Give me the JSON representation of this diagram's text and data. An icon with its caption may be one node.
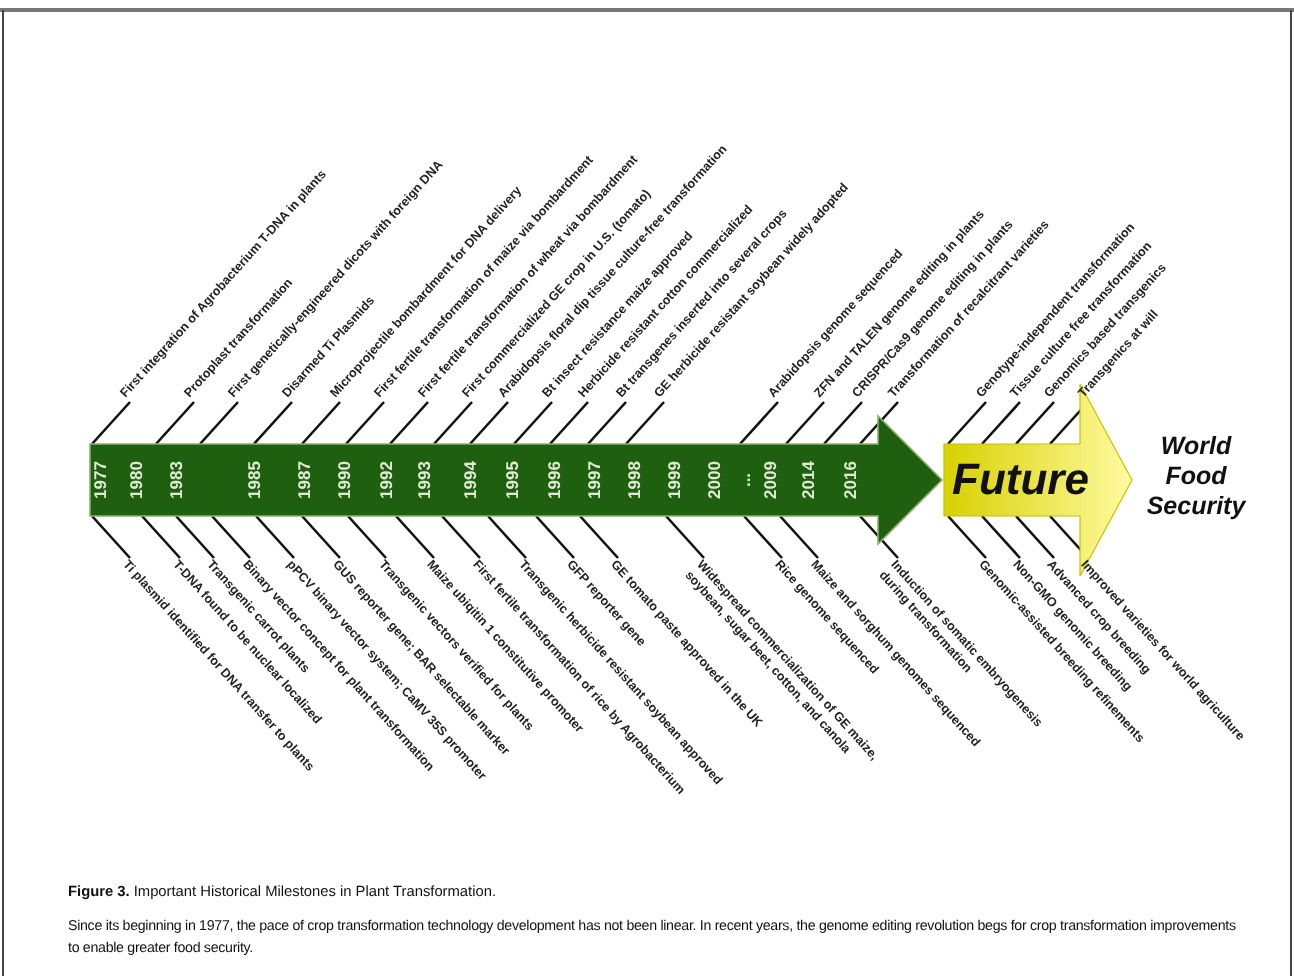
{
  "diagram": {
    "title": "**Figure 3.** Important Historical Milestones in Plant Transformation.",
    "caption": "Since its beginning in 1977, the pace of crop transformation technology development has not been linear. In recent years, the genome editing revolution begs for crop transformation improvements to enable greater food security.",
    "nodes": [
      {
        "text": [
          "1977",
          "1980",
          "1983",
          "1985",
          "1987",
          "1990",
          "1992",
          "1993",
          "1994",
          "1995",
          "1996",
          "1997",
          "1998",
          "1999",
          "2000",
          "...",
          "2009",
          "2014",
          "2016"
        ]
      },
      {
        "text": [
          "Future"
        ]
      },
      {
        "text": [
          "First integration of Agrobacterium T-DNA in plants"
        ]
      },
      {
        "text": [
          "Protoplast transformation"
        ]
      },
      {
        "text": [
          "First genetically-engineered dicots with foreign DNA"
        ]
      },
      {
        "text": [
          "Disarmed Ti Plasmids"
        ]
      },
      {
        "text": [
          "Microprojectile bombardment for DNA delivery"
        ]
      },
      {
        "text": [
          "First fertile transformation of maize via bombardment"
        ]
      },
      {
        "text": [
          "First fertile transformation of wheat via bombardment"
        ]
      },
      {
        "text": [
          "First commercialized GE crop in U.S. (tomato)"
        ]
      },
      {
        "text": [
          "Arabidopsis floral dip tissue culture-free transformation"
        ]
      },
      {
        "text": [
          "Bt insect resistance maize approved"
        ]
      },
      {
        "text": [
          "Herbicide resistant cotton commercialized"
        ]
      },
      {
        "text": [
          "Bt transgenes inserted into several crops"
        ]
      },
      {
        "text": [
          "GE herbicide resistant soybean widely adopted"
        ]
      },
      {
        "text": [
          "Arabidopsis genome sequenced"
        ]
      },
      {
        "text": [
          "ZFN and TALEN genome editing in plants"
        ]
      },
      {
        "text": [
          "CRISPR/Cas9 genome editing in plants"
        ]
      },
      {
        "text": [
          "Transformation of recalcitrant varieties"
        ]
      },
      {
        "text": [
          "Genotype-independent transformation"
        ]
      },
      {
        "text": [
          "Tissue culture free transformation"
        ]
      },
      {
        "text": [
          "Genomics based transgenics"
        ]
      },
      {
        "text": [
          "Transgenics at will"
        ]
      },
      {
        "text": [
          "Ti plasmid identified for DNA transfer to plants"
        ]
      },
      {
        "text": [
          "T-DNA found to be nuclear localized"
        ]
      },
      {
        "text": [
          "Transgenic carrot plants"
        ]
      },
      {
        "text": [
          "Binary vector concept for plant transformation"
        ]
      },
      {
        "text": [
          "pPCV binary vector system; CaMV 35S promoter"
        ]
      },
      {
        "text": [
          "GUS reporter gene; BAR selectable marker"
        ]
      },
      {
        "text": [
          "Transgenic vectors verified for plants"
        ]
      },
      {
        "text": [
          "Maize ubiqitin 1 constitutive promoter"
        ]
      },
      {
        "text": [
          "First fertile transformation of rice by Agrobacterium"
        ]
      },
      {
        "text": [
          "Transgenic herbicide resistant soybean approved"
        ]
      },
      {
        "text": [
          "GFP reporter gene"
        ]
      },
      {
        "text": [
          "GE tomato paste approved in the UK"
        ]
      },
      {
        "text": [
          "Widespread commercialization of GE maize, soybean, sugar beet, cotton, and canola"
        ]
      },
      {
        "text": [
          "Rice genome sequenced"
        ]
      },
      {
        "text": [
          "Maize and sorghum genomes sequenced"
        ]
      },
      {
        "text": [
          "Induction of somatic embryogenesis during transformation"
        ]
      },
      {
        "text": [
          "Genomic-assisted breeding refinements"
        ]
      },
      {
        "text": [
          "Non-GMO genomic breeding"
        ]
      },
      {
        "text": [
          "Advanced crop breeding"
        ]
      },
      {
        "text": [
          "Improved varieties for world agriculture"
        ]
      }
    ],
    "edges": [
      {
        "from": 2,
        "to": 0,
        "arrow": "none"
      },
      {
        "from": 3,
        "to": 0,
        "arrow": "none"
      },
      {
        "from": 4,
        "to": 0,
        "arrow": "none"
      },
      {
        "from": 5,
        "to": 0,
        "arrow": "none"
      },
      {
        "from": 6,
        "to": 0,
        "arrow": "none"
      },
      {
        "from": 7,
        "to": 0,
        "arrow": "none"
      },
      {
        "from": 8,
        "to": 0,
        "arrow": "none"
      },
      {
        "from": 9,
        "to": 0,
        "arrow": "none"
      },
      {
        "from": 10,
        "to": 0,
        "arrow": "none"
      },
      {
        "from": 11,
        "to": 0,
        "arrow": "none"
      },
      {
        "from": 12,
        "to": 0,
        "arrow": "none"
      },
      {
        "from": 13,
        "to": 0,
        "arrow": "none"
      },
      {
        "from": 14,
        "to": 0,
        "arrow": "none"
      },
      {
        "from": 15,
        "to": 0,
        "arrow": "none"
      },
      {
        "from": 16,
        "to": 0,
        "arrow": "none"
      },
      {
        "from": 17,
        "to": 0,
        "arrow": "none"
      },
      {
        "from": 18,
        "to": 0,
        "arrow": "none"
      },
      {
        "from": 19,
        "to": 1,
        "arrow": "none"
      },
      {
        "from": 20,
        "to": 1,
        "arrow": "none"
      },
      {
        "from": 21,
        "to": 1,
        "arrow": "none"
      },
      {
        "from": 22,
        "to": 1,
        "arrow": "none"
      },
      {
        "from": 23,
        "to": 0,
        "arrow": "none"
      },
      {
        "from": 24,
        "to": 0,
        "arrow": "none"
      },
      {
        "from": 25,
        "to": 0,
        "arrow": "none"
      },
      {
        "from": 26,
        "to": 0,
        "arrow": "none"
      },
      {
        "from": 27,
        "to": 0,
        "arrow": "none"
      },
      {
        "from": 28,
        "to": 0,
        "arrow": "none"
      },
      {
        "from": 29,
        "to": 0,
        "arrow": "none"
      },
      {
        "from": 30,
        "to": 0,
        "arrow": "none"
      },
      {
        "from": 31,
        "to": 0,
        "arrow": "none"
      },
      {
        "from": 32,
        "to": 0,
        "arrow": "none"
      },
      {
        "from": 33,
        "to": 0,
        "arrow": "none"
      },
      {
        "from": 34,
        "to": 0,
        "arrow": "none"
      },
      {
        "from": 35,
        "to": 0,
        "arrow": "none"
      },
      {
        "from": 36,
        "to": 0,
        "arrow": "none"
      },
      {
        "from": 37,
        "to": 0,
        "arrow": "none"
      },
      {
        "from": 38,
        "to": 0,
        "arrow": "none"
      },
      {
        "from": 39,
        "to": 1,
        "arrow": "none"
      },
      {
        "from": 40,
        "to": 1,
        "arrow": "none"
      },
      {
        "from": 41,
        "to": 1,
        "arrow": "none"
      },
      {
        "from": 42,
        "to": 1,
        "arrow": "none"
      }
    ],
    "labels": [
      "World Food Security"
    ]
  }
}
